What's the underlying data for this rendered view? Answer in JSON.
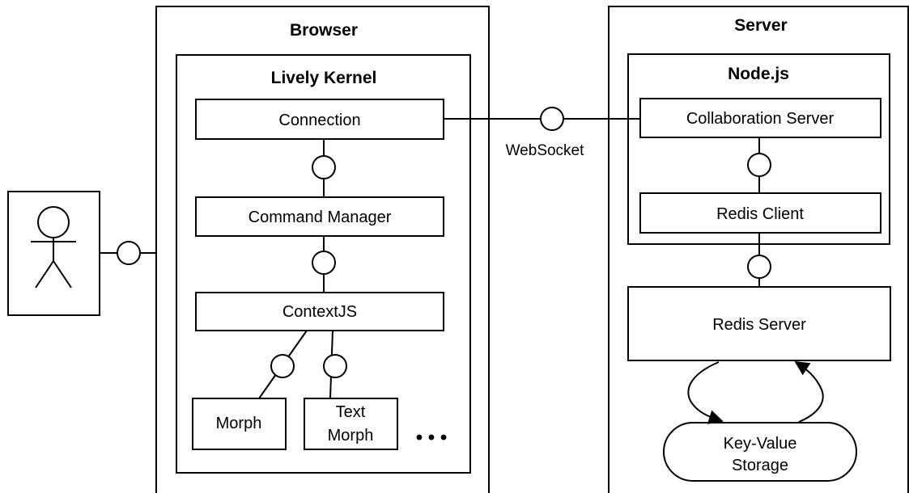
{
  "containers": {
    "browser": "Browser",
    "server": "Server",
    "lively_kernel": "Lively Kernel",
    "nodejs": "Node.js"
  },
  "components": {
    "connection": "Connection",
    "command_manager": "Command Manager",
    "contextjs": "ContextJS",
    "morph": "Morph",
    "text_morph_line1": "Text",
    "text_morph_line2": "Morph",
    "ellipsis": "• • •",
    "collaboration_server": "Collaboration Server",
    "redis_client": "Redis Client",
    "redis_server": "Redis Server",
    "kv_storage_line1": "Key-Value",
    "kv_storage_line2": "Storage"
  },
  "connectors": {
    "websocket": "WebSocket"
  },
  "actor": {
    "icon": "user-stick-figure"
  }
}
